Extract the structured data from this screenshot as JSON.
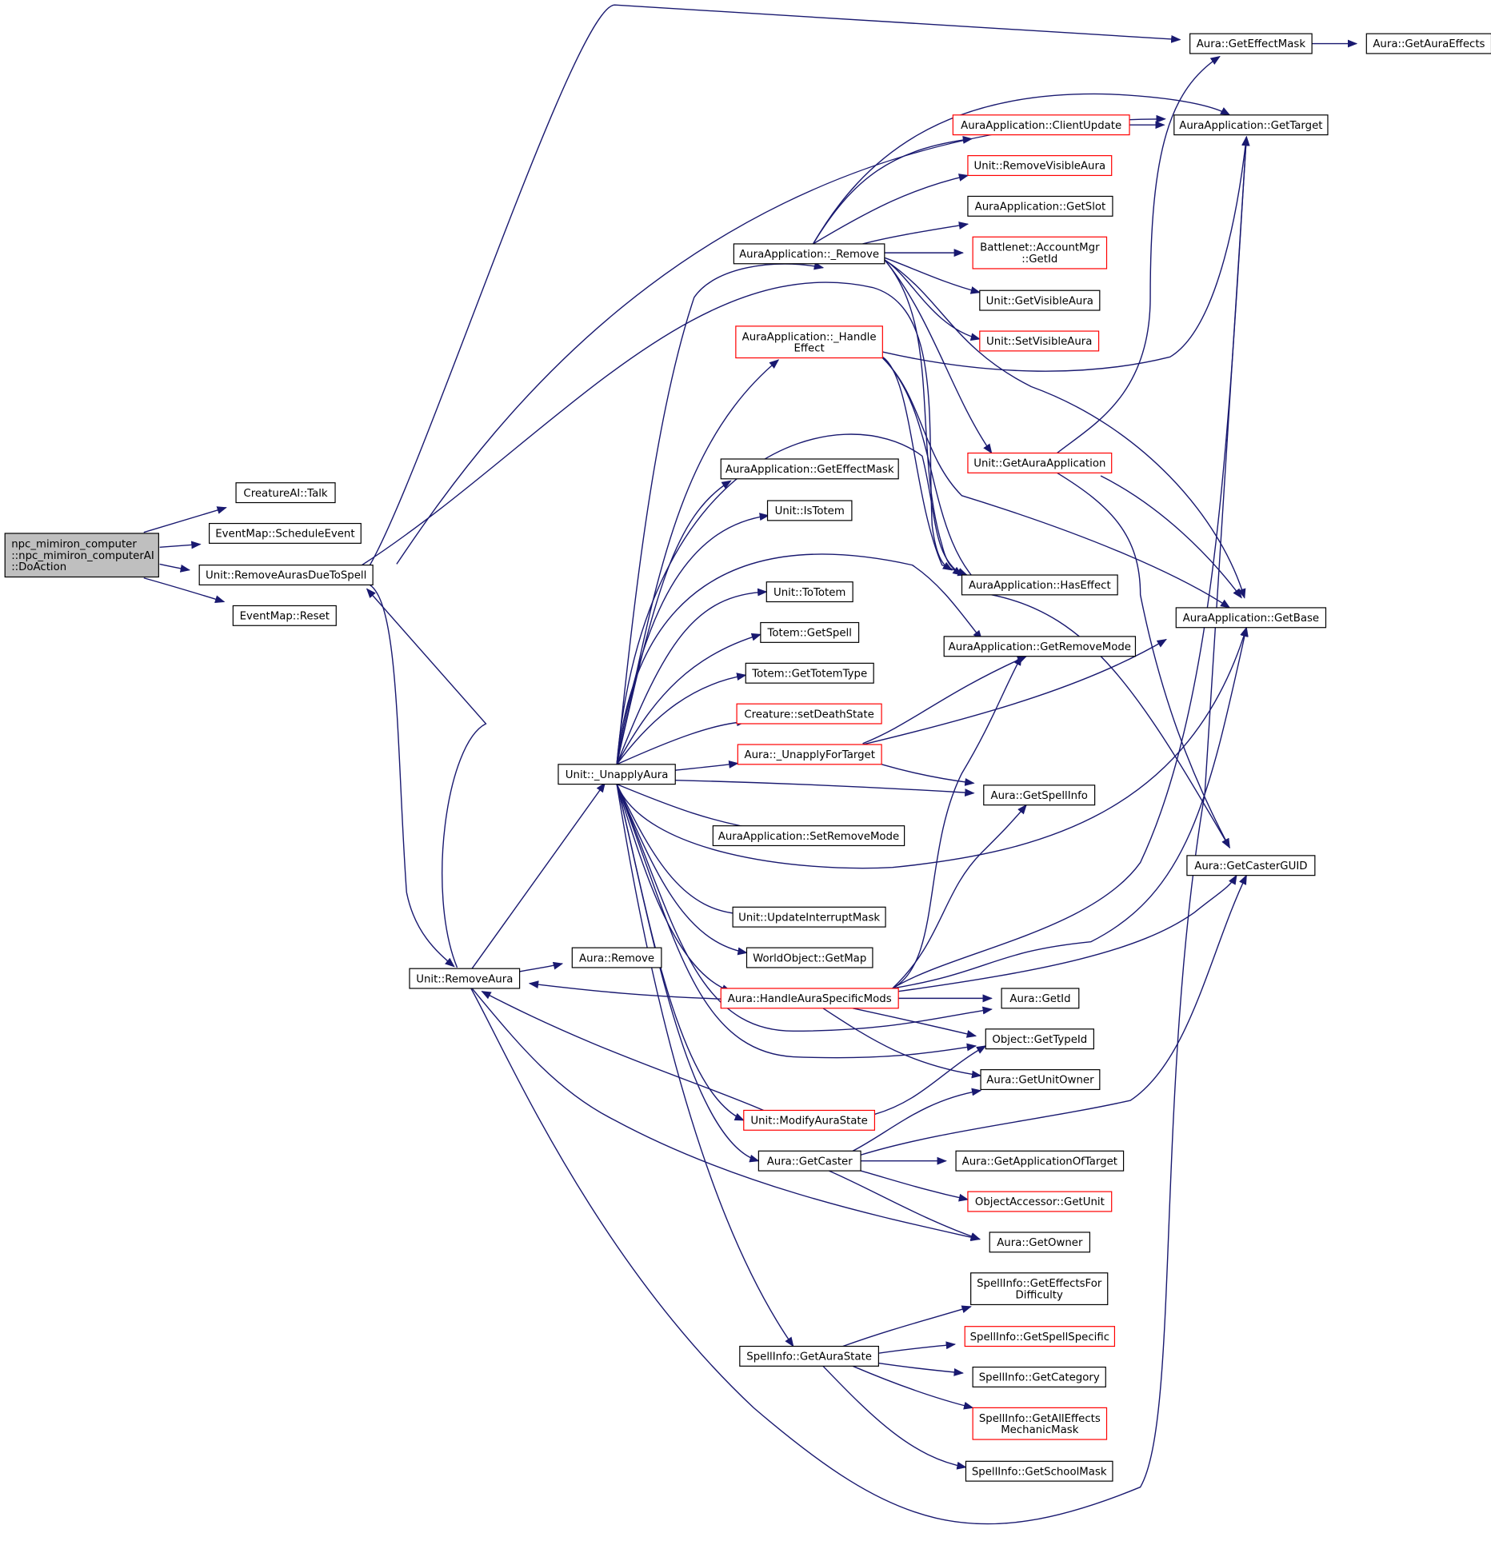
{
  "colors": {
    "edge": "#191970",
    "border_normal": "#000000",
    "border_truncated": "#ff0000",
    "focus_fill": "#bfbfbf",
    "background": "#ffffff"
  },
  "nodes": [
    {
      "id": "root",
      "lines": [
        "npc_mimiron_computer",
        "::npc_mimiron_computerAI",
        "::DoAction"
      ],
      "style": "focus"
    },
    {
      "id": "talk",
      "lines": [
        "CreatureAI::Talk"
      ],
      "style": "normal"
    },
    {
      "id": "sched",
      "lines": [
        "EventMap::ScheduleEvent"
      ],
      "style": "normal"
    },
    {
      "id": "rads",
      "lines": [
        "Unit::RemoveAurasDueToSpell"
      ],
      "style": "normal"
    },
    {
      "id": "reset",
      "lines": [
        "EventMap::Reset"
      ],
      "style": "normal"
    },
    {
      "id": "remaura",
      "lines": [
        "Unit::RemoveAura"
      ],
      "style": "normal"
    },
    {
      "id": "auraremove",
      "lines": [
        "Aura::Remove"
      ],
      "style": "normal"
    },
    {
      "id": "unapply",
      "lines": [
        "Unit::_UnapplyAura"
      ],
      "style": "normal"
    },
    {
      "id": "aa_remove",
      "lines": [
        "AuraApplication::_Remove"
      ],
      "style": "normal"
    },
    {
      "id": "aa_handle",
      "lines": [
        "AuraApplication::_Handle",
        "Effect"
      ],
      "style": "truncated"
    },
    {
      "id": "aa_gem",
      "lines": [
        "AuraApplication::GetEffectMask"
      ],
      "style": "normal"
    },
    {
      "id": "istotem",
      "lines": [
        "Unit::IsTotem"
      ],
      "style": "normal"
    },
    {
      "id": "tototem",
      "lines": [
        "Unit::ToTotem"
      ],
      "style": "normal"
    },
    {
      "id": "totem_spell",
      "lines": [
        "Totem::GetSpell"
      ],
      "style": "normal"
    },
    {
      "id": "totem_type",
      "lines": [
        "Totem::GetTotemType"
      ],
      "style": "normal"
    },
    {
      "id": "setdeath",
      "lines": [
        "Creature::setDeathState"
      ],
      "style": "truncated"
    },
    {
      "id": "unapplyfor",
      "lines": [
        "Aura::_UnapplyForTarget"
      ],
      "style": "truncated"
    },
    {
      "id": "aa_setrm",
      "lines": [
        "AuraApplication::SetRemoveMode"
      ],
      "style": "normal"
    },
    {
      "id": "updint",
      "lines": [
        "Unit::UpdateInterruptMask"
      ],
      "style": "normal"
    },
    {
      "id": "getmap",
      "lines": [
        "WorldObject::GetMap"
      ],
      "style": "normal"
    },
    {
      "id": "hasm",
      "lines": [
        "Aura::HandleAuraSpecificMods"
      ],
      "style": "truncated"
    },
    {
      "id": "modstate",
      "lines": [
        "Unit::ModifyAuraState"
      ],
      "style": "truncated"
    },
    {
      "id": "getcaster",
      "lines": [
        "Aura::GetCaster"
      ],
      "style": "normal"
    },
    {
      "id": "getaurastate",
      "lines": [
        "SpellInfo::GetAuraState"
      ],
      "style": "normal"
    },
    {
      "id": "aa_clientupd",
      "lines": [
        "AuraApplication::ClientUpdate"
      ],
      "style": "truncated"
    },
    {
      "id": "remvis",
      "lines": [
        "Unit::RemoveVisibleAura"
      ],
      "style": "truncated"
    },
    {
      "id": "aa_slot",
      "lines": [
        "AuraApplication::GetSlot"
      ],
      "style": "normal"
    },
    {
      "id": "bnet",
      "lines": [
        "Battlenet::AccountMgr",
        "::GetId"
      ],
      "style": "truncated"
    },
    {
      "id": "getvis",
      "lines": [
        "Unit::GetVisibleAura"
      ],
      "style": "normal"
    },
    {
      "id": "setvis",
      "lines": [
        "Unit::SetVisibleAura"
      ],
      "style": "truncated"
    },
    {
      "id": "getauraapp",
      "lines": [
        "Unit::GetAuraApplication"
      ],
      "style": "truncated"
    },
    {
      "id": "aa_haseff",
      "lines": [
        "AuraApplication::HasEffect"
      ],
      "style": "normal"
    },
    {
      "id": "aa_getrm",
      "lines": [
        "AuraApplication::GetRemoveMode"
      ],
      "style": "normal"
    },
    {
      "id": "getspellinfo",
      "lines": [
        "Aura::GetSpellInfo"
      ],
      "style": "normal"
    },
    {
      "id": "auragetid",
      "lines": [
        "Aura::GetId"
      ],
      "style": "normal"
    },
    {
      "id": "gettypeid",
      "lines": [
        "Object::GetTypeId"
      ],
      "style": "normal"
    },
    {
      "id": "getunitowner",
      "lines": [
        "Aura::GetUnitOwner"
      ],
      "style": "normal"
    },
    {
      "id": "getappof",
      "lines": [
        "Aura::GetApplicationOfTarget"
      ],
      "style": "normal"
    },
    {
      "id": "oa_getunit",
      "lines": [
        "ObjectAccessor::GetUnit"
      ],
      "style": "truncated"
    },
    {
      "id": "getowner",
      "lines": [
        "Aura::GetOwner"
      ],
      "style": "normal"
    },
    {
      "id": "geteffdiff",
      "lines": [
        "SpellInfo::GetEffectsFor",
        "Difficulty"
      ],
      "style": "normal"
    },
    {
      "id": "getspellspec",
      "lines": [
        "SpellInfo::GetSpellSpecific"
      ],
      "style": "truncated"
    },
    {
      "id": "getcategory",
      "lines": [
        "SpellInfo::GetCategory"
      ],
      "style": "normal"
    },
    {
      "id": "getallmech",
      "lines": [
        "SpellInfo::GetAllEffects",
        "MechanicMask"
      ],
      "style": "truncated"
    },
    {
      "id": "getschool",
      "lines": [
        "SpellInfo::GetSchoolMask"
      ],
      "style": "normal"
    },
    {
      "id": "aura_gem",
      "lines": [
        "Aura::GetEffectMask"
      ],
      "style": "normal"
    },
    {
      "id": "aa_target",
      "lines": [
        "AuraApplication::GetTarget"
      ],
      "style": "normal"
    },
    {
      "id": "aa_base",
      "lines": [
        "AuraApplication::GetBase"
      ],
      "style": "normal"
    },
    {
      "id": "castguid",
      "lines": [
        "Aura::GetCasterGUID"
      ],
      "style": "normal"
    },
    {
      "id": "getauraeff",
      "lines": [
        "Aura::GetAuraEffects"
      ],
      "style": "normal"
    }
  ]
}
